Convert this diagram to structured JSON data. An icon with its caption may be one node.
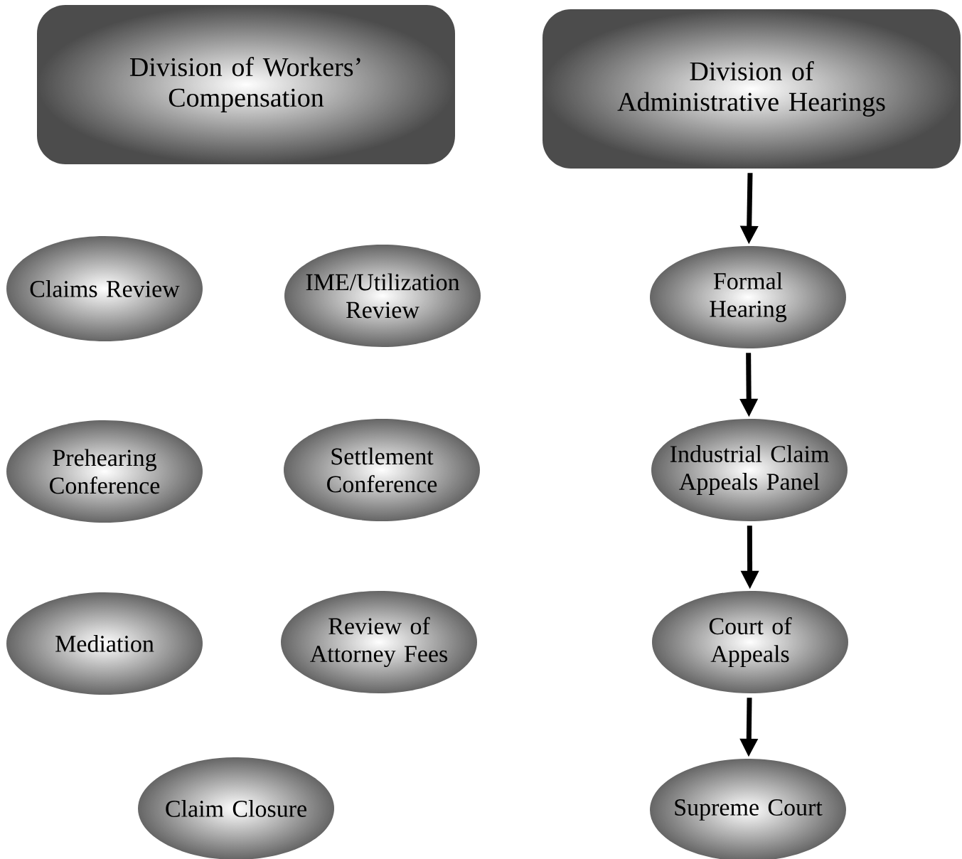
{
  "diagram": {
    "nodes": [
      {
        "text": [
          "Division of Workers’ Compensation"
        ]
      },
      {
        "text": [
          "Division of Administrative Hearings"
        ]
      },
      {
        "text": [
          "Claims Review"
        ]
      },
      {
        "text": [
          "IME/Utilization Review"
        ]
      },
      {
        "text": [
          "Prehearing Conference"
        ]
      },
      {
        "text": [
          "Settlement Conference"
        ]
      },
      {
        "text": [
          "Mediation"
        ]
      },
      {
        "text": [
          "Review of Attorney Fees"
        ]
      },
      {
        "text": [
          "Claim Closure"
        ]
      },
      {
        "text": [
          "Formal Hearing"
        ]
      },
      {
        "text": [
          "Industrial Claim Appeals Panel"
        ]
      },
      {
        "text": [
          "Court of Appeals"
        ]
      },
      {
        "text": [
          "Supreme Court"
        ]
      }
    ],
    "edges": [
      {
        "from": 1,
        "to": 9,
        "arrow": "to"
      },
      {
        "from": 9,
        "to": 10,
        "arrow": "to"
      },
      {
        "from": 10,
        "to": 11,
        "arrow": "to"
      },
      {
        "from": 11,
        "to": 12,
        "arrow": "to"
      }
    ]
  }
}
